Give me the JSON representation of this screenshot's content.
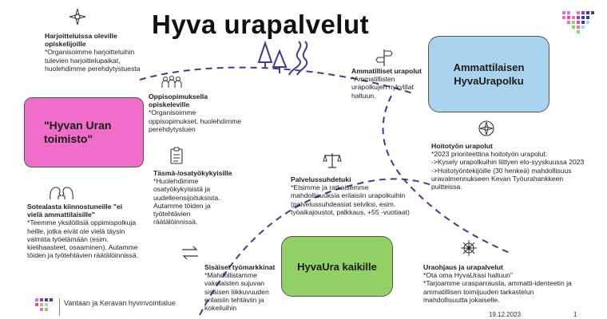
{
  "title": "Hyva urapalvelut",
  "boxes": {
    "toimisto": "\"Hyvan Uran toimisto\"",
    "ammatillinen": "Ammattilaisen HyvaUrapolku",
    "kaikille": "HyvaUra kaikille"
  },
  "blocks": {
    "harjoittelu": {
      "heading": "Harjoitteluissa oleville opiskelijoille",
      "text": "*Organisoimme harjoitteluihin tulevien harjoittelupaikat, huolehdimme perehdytystuesta"
    },
    "oppisopimus": {
      "heading": "Oppisopimuksella opiskeleville",
      "text": "*Organisoimme oppisopimukset, huolehdimme perehdytystuen"
    },
    "tasma": {
      "heading": "Täsmä-/osatyökykyisille",
      "text": "*Huolehdimme osatyökykyisistä ja uudelleensijoituksista. Autamme töiden ja työtehtävien räätälöinnissä."
    },
    "sotealasta": {
      "heading": "Sotealasta kiinnostuneille \"ei vielä ammattilaisille\"",
      "text": "*Teemme yksilöllisiä oppimispolkuja heille, jotka eivät ole vielä täysin valmiita työelämään (esim. kielihaasteet, osaaminen). Autamme töiden ja työtehtävien räätälöinnissä."
    },
    "sisaiset": {
      "heading": "Sisäiset työmarkkinat",
      "text": "*Mahdollistamme vakelaisten sujuvan sisäisen liikkuvuuden erilaisiin tehtäviin ja kokeiluihin"
    },
    "palvelus": {
      "heading": "Palvelussuhdetuki",
      "text": "*Etsimme ja ratkaisemme mahdollisuuksia erilaisiin urapolkuihin (palvelussuhdeasiat selviksi, esim. työaikajoustot, palkkaus, +55 -vuotiaat)"
    },
    "ammatilliset": {
      "heading": "Ammatilliset urapolut",
      "text": "*Ammatillisten urapolkujen nykytilat haltuun."
    },
    "hoitotyo": {
      "heading": "Hoitotyön urapolut",
      "text": "*2023 prioriteettina hoitotyön urapolut:\n->Kysely urapolkuihin liittyen elo-syyskuussa 2023\n->Hoitotyöntekijöille (30 henkeä) mahdollisuus uravalmennukseen Kevan Työurahankkeen puitteissa."
    },
    "uraohjaus": {
      "heading": "Uraohjaus ja urapalvelut",
      "text": "*Ota oma HyvaUrasi haltuun\"\n*Tarjoamme uraspar­rausta, ammatti-identeetin ja ammatillisen toimijuuden tarkastelun mahdollisuutta jokaiselle."
    }
  },
  "footer": {
    "org": "Vantaan ja Keravan hyvinvointialue",
    "date": "19.12.2023",
    "page": "1"
  },
  "colors": {
    "pink": "#f06ec9",
    "blue": "#a9d3ee",
    "green": "#93d166",
    "path": "#3b3f8c"
  }
}
